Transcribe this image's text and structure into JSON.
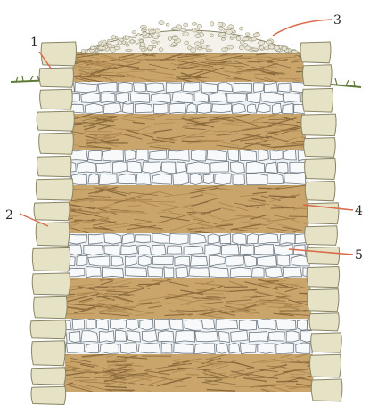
{
  "labels": {
    "wall_top_left": "1",
    "wall_stone_left": "2",
    "cap_stones": "3",
    "brush_layer": "4",
    "stone_layer": "5"
  },
  "colors": {
    "brush": "#c9a56c",
    "brush_dark": "#8a6a3c",
    "stone_fill": "#eef2f4",
    "stone_line": "#6d7780",
    "wall_stone": "#e6e2c6",
    "wall_line": "#8a8566",
    "grass": "#5f7a3a",
    "leader": "#d96a4a"
  }
}
